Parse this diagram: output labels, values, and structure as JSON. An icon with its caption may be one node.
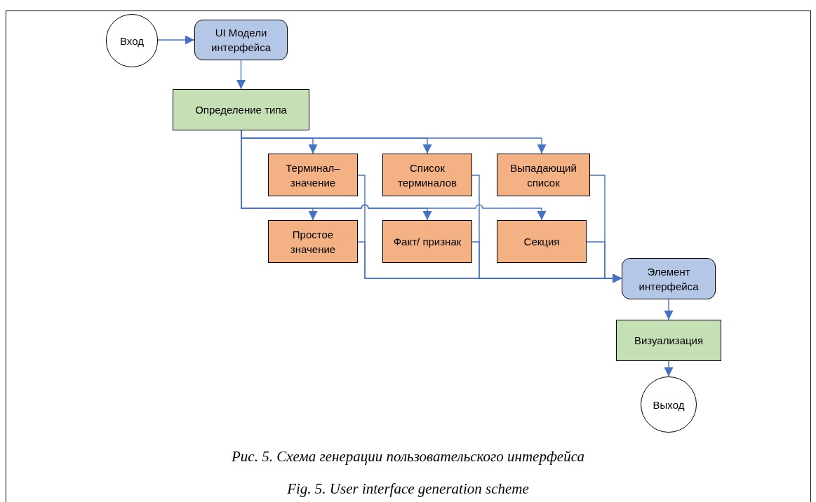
{
  "diagram": {
    "caption": "Рис. 5. Схема генерации пользовательского интерфейса",
    "nodes": [
      {
        "text": [
          "Вход"
        ]
      },
      {
        "text": [
          "UI Модели интерфейса"
        ]
      },
      {
        "text": [
          "Определение типа"
        ]
      },
      {
        "text": [
          "Терминал– значение"
        ]
      },
      {
        "text": [
          "Список терминалов"
        ]
      },
      {
        "text": [
          "Выпадающий список"
        ]
      },
      {
        "text": [
          "Простое значение"
        ]
      },
      {
        "text": [
          "Факт/ признак"
        ]
      },
      {
        "text": [
          "Секция"
        ]
      },
      {
        "text": [
          "Элемент интерфейса"
        ]
      },
      {
        "text": [
          "Визуализация"
        ]
      },
      {
        "text": [
          "Выход"
        ]
      }
    ],
    "edges": [
      {
        "from": 0,
        "to": 1,
        "arrow": "to"
      },
      {
        "from": 1,
        "to": 2,
        "arrow": "to"
      },
      {
        "from": 2,
        "to": 3,
        "arrow": "to"
      },
      {
        "from": 2,
        "to": 4,
        "arrow": "to"
      },
      {
        "from": 2,
        "to": 5,
        "arrow": "to"
      },
      {
        "from": 2,
        "to": 6,
        "arrow": "to"
      },
      {
        "from": 2,
        "to": 7,
        "arrow": "to"
      },
      {
        "from": 2,
        "to": 8,
        "arrow": "to"
      },
      {
        "from": 3,
        "to": 9,
        "arrow": "to"
      },
      {
        "from": 4,
        "to": 9,
        "arrow": "to"
      },
      {
        "from": 5,
        "to": 9,
        "arrow": "to"
      },
      {
        "from": 6,
        "to": 9,
        "arrow": "to"
      },
      {
        "from": 7,
        "to": 9,
        "arrow": "to"
      },
      {
        "from": 8,
        "to": 9,
        "arrow": "to"
      },
      {
        "from": 9,
        "to": 10,
        "arrow": "to"
      },
      {
        "from": 10,
        "to": 11,
        "arrow": "to"
      }
    ],
    "labels": [
      "Fig. 5. User interface generation scheme"
    ]
  }
}
